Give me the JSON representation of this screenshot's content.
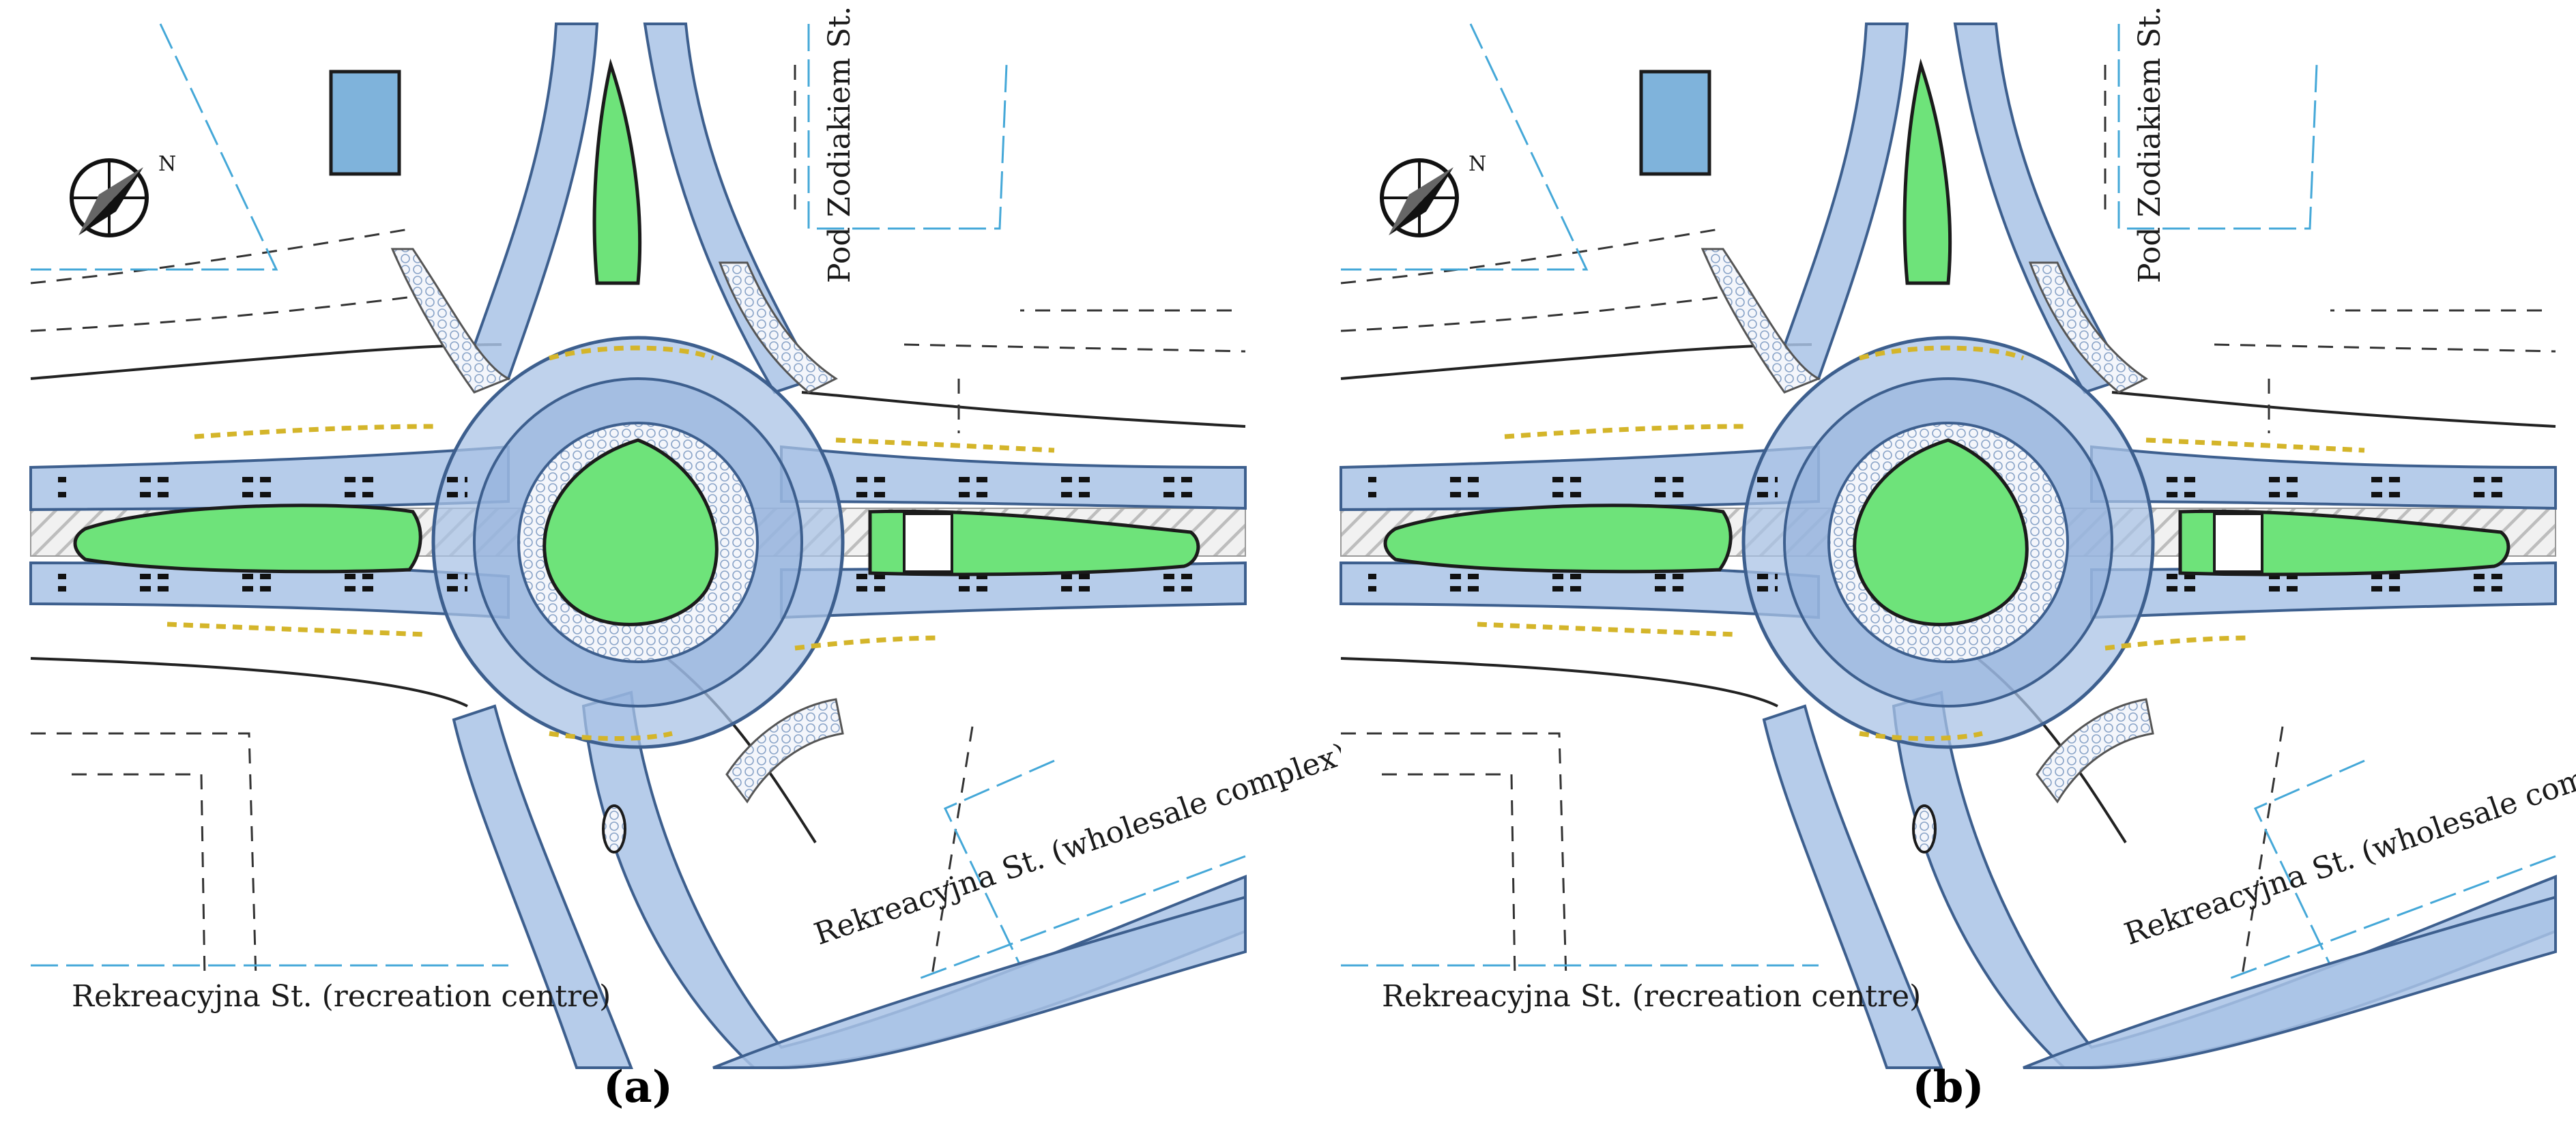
{
  "panels": [
    {
      "id": "a",
      "label": "(a)",
      "streets": {
        "north": "Pod Zodiakiem St.",
        "southeast": "Rekreacyjna St. (wholesale complex)",
        "southwest": "Rekreacyjna St. (recreation centre)"
      },
      "compass_label": "N"
    },
    {
      "id": "b",
      "label": "(b)",
      "streets": {
        "north": "Pod Zodiakiem St.",
        "southeast": "Rekreacyjna St. (wholesale complex)",
        "southwest": "Rekreacyjna St. (recreation centre)"
      },
      "compass_label": "N"
    }
  ],
  "colors": {
    "lane_fill": "#a9c3e6",
    "lane_stroke": "#3d5f8e",
    "island_green": "#6ee37a",
    "building_blue": "#7fb3db",
    "hatch_grey": "#bdbdbd",
    "cyan_line": "#45a8d8",
    "edge_dash": "#d4b52a"
  }
}
